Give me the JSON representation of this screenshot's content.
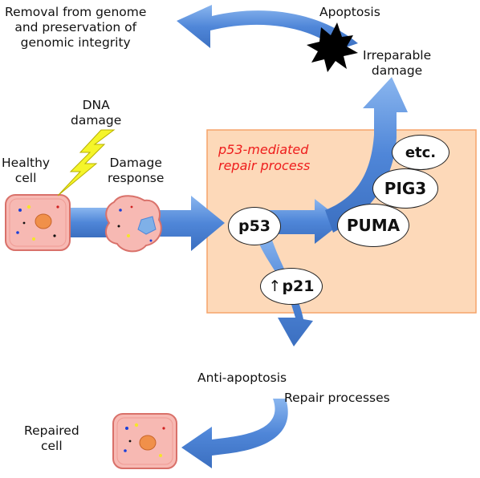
{
  "labels": {
    "removal": [
      "Removal from genome",
      "and preservation of",
      "genomic integrity"
    ],
    "apoptosis": "Apoptosis",
    "irreparable": [
      "Irreparable",
      "damage"
    ],
    "dna_damage": [
      "DNA",
      "damage"
    ],
    "healthy_cell": [
      "Healthy",
      "cell"
    ],
    "damage_response": [
      "Damage",
      "response"
    ],
    "anti_apoptosis": "Anti-apoptosis",
    "repair_processes": "Repair processes",
    "repaired_cell": [
      "Repaired",
      "cell"
    ]
  },
  "repair_box": {
    "title": [
      "p53-mediated",
      "repair process"
    ]
  },
  "nodes": {
    "p53": "p53",
    "puma": "PUMA",
    "pig3": "PIG3",
    "etc": "etc.",
    "p21": "p21",
    "p21_up_arrow": "↑"
  },
  "colors": {
    "arrow": "#4f86d8",
    "arrow_light": "#8ab6ef",
    "repair_box_fill": "#fdd9b9",
    "repair_box_border": "#f5a46a",
    "box_title": "#ee1c1c",
    "cell_fill": "#f7b9b3",
    "cell_border": "#d9716a",
    "nucleus": "#f0904a",
    "lightning": "#f5f52a",
    "apoptotic_cell": "#000000"
  }
}
